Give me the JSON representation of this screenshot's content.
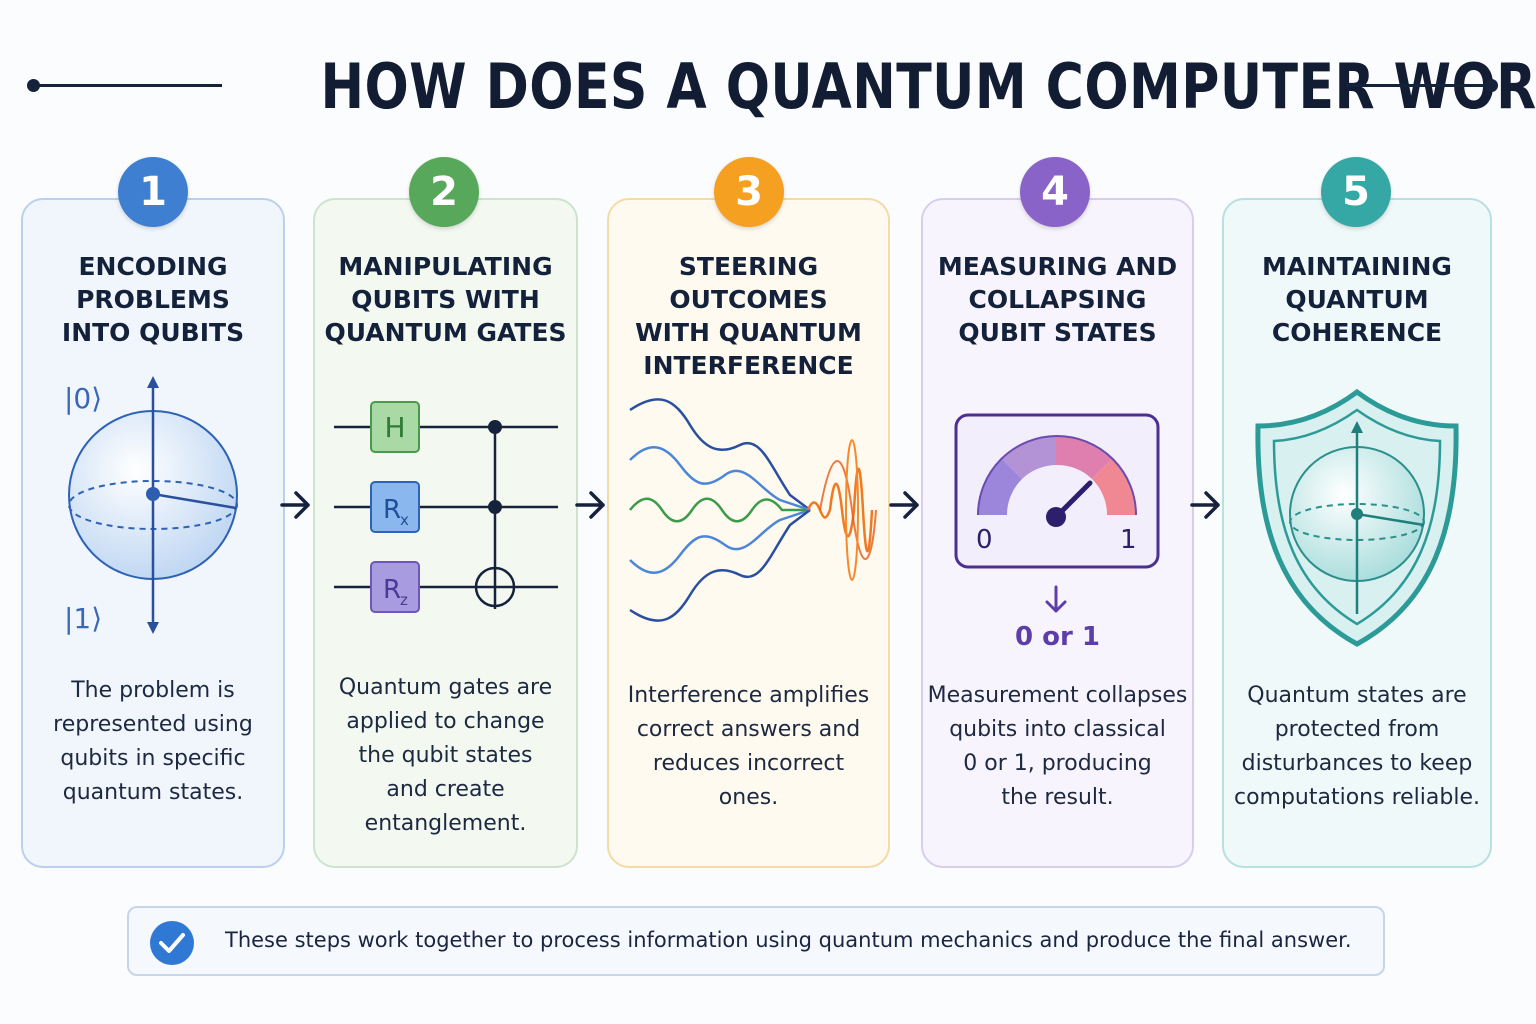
{
  "title": "HOW DOES A QUANTUM COMPUTER WORK?",
  "steps": [
    {
      "number": "1",
      "title_lines": [
        "ENCODING",
        "PROBLEMS",
        "INTO QUBITS"
      ],
      "desc_lines": [
        "The problem is",
        "represented using",
        "qubits in specific",
        "quantum states."
      ],
      "labels": {
        "top": "|0⟩",
        "bottom": "|1⟩"
      },
      "color": "#3e7fd1"
    },
    {
      "number": "2",
      "title_lines": [
        "MANIPULATING",
        "QUBITS WITH",
        "QUANTUM GATES"
      ],
      "desc_lines": [
        "Quantum gates are",
        "applied to change",
        "the qubit states",
        "and create",
        "entanglement."
      ],
      "gates": [
        "H",
        "R",
        "R"
      ],
      "gate_subscripts": [
        "",
        "x",
        "z"
      ],
      "color": "#57a85a"
    },
    {
      "number": "3",
      "title_lines": [
        "STEERING OUTCOMES",
        "WITH QUANTUM",
        "INTERFERENCE"
      ],
      "desc_lines": [
        "Interference amplifies",
        "correct answers and",
        "reduces incorrect",
        "ones."
      ],
      "color": "#f5a020"
    },
    {
      "number": "4",
      "title_lines": [
        "MEASURING AND",
        "COLLAPSING",
        "QUBIT STATES"
      ],
      "desc_lines": [
        "Measurement collapses",
        "qubits into classical",
        "0 or 1, producing",
        "the result."
      ],
      "gauge": {
        "min_label": "0",
        "max_label": "1",
        "result": "0 or 1"
      },
      "color": "#8a63c9"
    },
    {
      "number": "5",
      "title_lines": [
        "MAINTAINING",
        "QUANTUM",
        "COHERENCE"
      ],
      "desc_lines": [
        "Quantum states are",
        "protected from",
        "disturbances to keep",
        "computations reliable."
      ],
      "color": "#35a7a5"
    }
  ],
  "footer": {
    "text": "These steps work together to process information using quantum mechanics and produce the final answer.",
    "icon": "check-circle-icon",
    "icon_color": "#2f78d4"
  }
}
